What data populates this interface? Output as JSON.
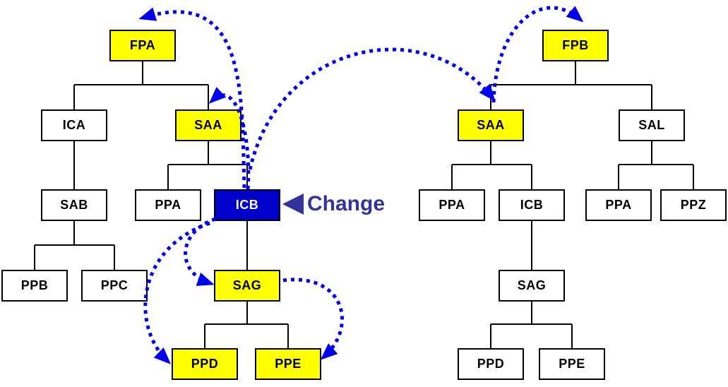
{
  "left_tree": {
    "fpa": "FPA",
    "ica": "ICA",
    "saa": "SAA",
    "sab": "SAB",
    "ppa": "PPA",
    "icb": "ICB",
    "ppb": "PPB",
    "ppc": "PPC",
    "sag": "SAG",
    "ppd": "PPD",
    "ppe": "PPE"
  },
  "right_tree": {
    "fpb": "FPB",
    "saa": "SAA",
    "sal": "SAL",
    "ppa_first": "PPA",
    "icb": "ICB",
    "ppa_second": "PPA",
    "ppz": "PPZ",
    "sag": "SAG",
    "ppd": "PPD",
    "ppe": "PPE"
  },
  "annotation": {
    "change_label": "Change"
  },
  "colors": {
    "background": "#ffffff",
    "node-yellow": "#ffff00",
    "node-blue": "#0000cc",
    "node-border": "#000000",
    "arrow-blue": "#0000ee",
    "annotation-blue": "#333399"
  }
}
